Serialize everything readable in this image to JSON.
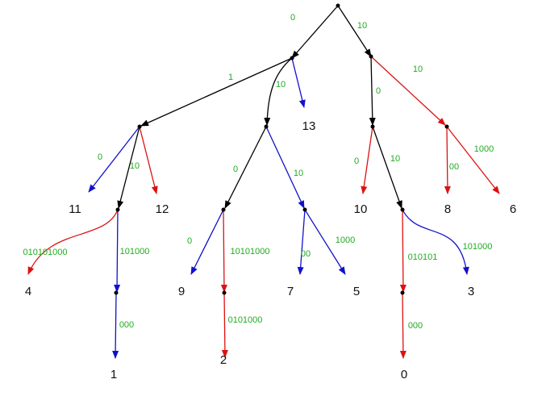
{
  "colors": {
    "black": "#000000",
    "red": "#dd1111",
    "blue": "#1111cc",
    "label": "#22aa22",
    "node": "#000000"
  },
  "node_labels": {
    "n13": "13",
    "l11": "11",
    "l12": "12",
    "l10": "10",
    "l8": "8",
    "l6": "6",
    "l4": "4",
    "l9": "9",
    "l7": "7",
    "l5": "5",
    "l3": "3",
    "l1": "1",
    "l2": "2",
    "l0": "0"
  },
  "edge_labels": {
    "root_A": "0",
    "root_B": "10",
    "A_C": "1",
    "A_D": "10",
    "B_E": "0",
    "B_F": "10",
    "C_l11": "0",
    "C_G": "10",
    "D_H": "0",
    "D_I": "10",
    "E_l10": "0",
    "E_J": "10",
    "F_l8": "00",
    "F_l6": "1000",
    "G_l4": "010101000",
    "G_K": "101000",
    "H_l9": "0",
    "H_L": "10101000",
    "I_l7": "00",
    "I_l5": "1000",
    "J_M": "010101",
    "J_l3": "101000",
    "K_l1": "000",
    "L_l2": "0101000",
    "M_l0": "000"
  }
}
